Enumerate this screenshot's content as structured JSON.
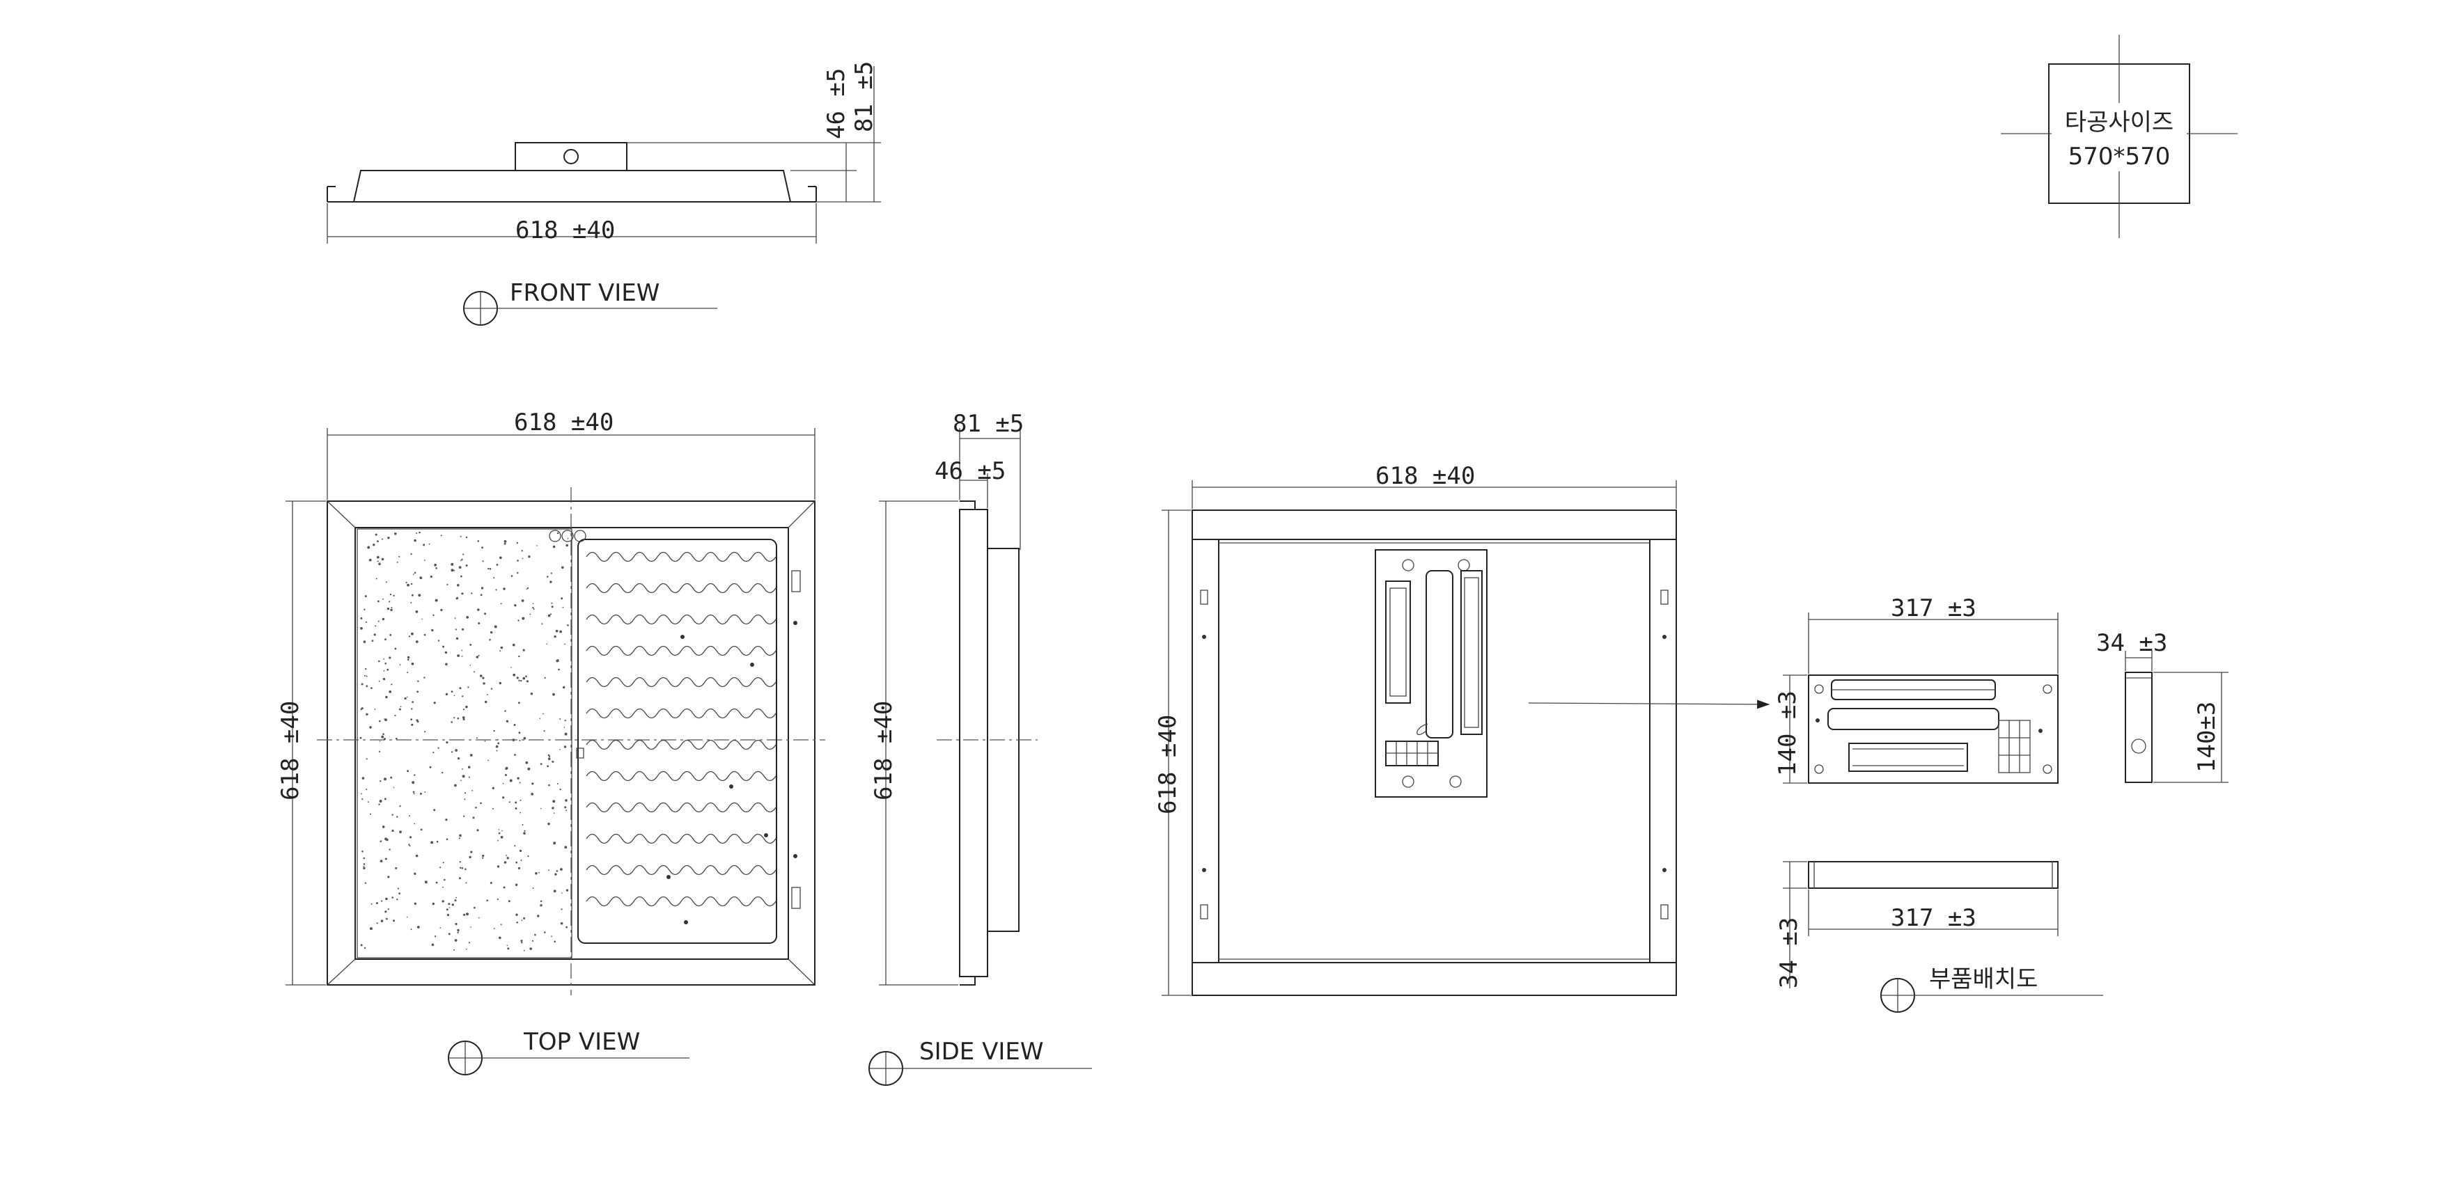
{
  "views": {
    "front": "FRONT VIEW",
    "top": "TOP VIEW",
    "side": "SIDE VIEW",
    "layout": "부품배치도"
  },
  "cutout": {
    "title": "타공사이즈",
    "size": "570*570"
  },
  "dims": {
    "front_width": "618  ±40",
    "front_h46": "46  ±5",
    "front_h81": "81  ±5",
    "top_width": "618  ±40",
    "top_height": "618  ±40",
    "side_81": "81  ±5",
    "side_46": "46  ±5",
    "side_height": "618  ±40",
    "rear_width": "618  ±40",
    "rear_height": "618  ±40",
    "comp_width": "317  ±3",
    "comp_height": "140  ±3",
    "comp_side_w": "34  ±3",
    "comp_side_h": "140±3",
    "comp_bottom_w": "317  ±3",
    "comp_bottom_h": "34  ±3"
  },
  "colors": {
    "line": "#222222",
    "background": "#ffffff"
  }
}
